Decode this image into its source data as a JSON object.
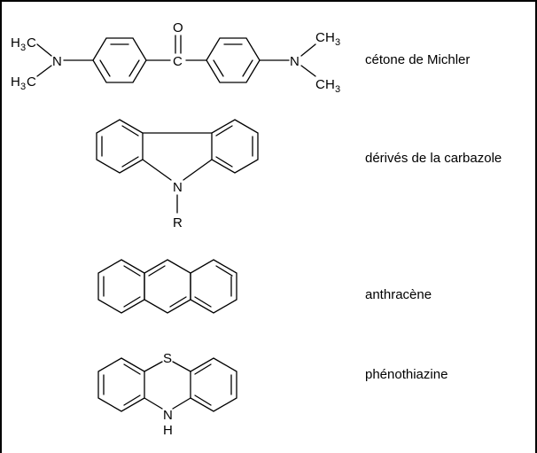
{
  "compounds": [
    {
      "name": "cétone de Michler",
      "atoms": {
        "n_left": "N",
        "n_right": "N",
        "oxygen": "O",
        "carbonyl_carbon": "C",
        "carbon": "C",
        "hydrogen": "H",
        "sub3": "3"
      }
    },
    {
      "name": "dérivés de la carbazole",
      "atoms": {
        "nitrogen": "N",
        "r_group": "R"
      }
    },
    {
      "name": "anthracène",
      "atoms": {}
    },
    {
      "name": "phénothiazine",
      "atoms": {
        "sulfur": "S",
        "nitrogen": "N",
        "hydrogen": "H"
      }
    }
  ]
}
